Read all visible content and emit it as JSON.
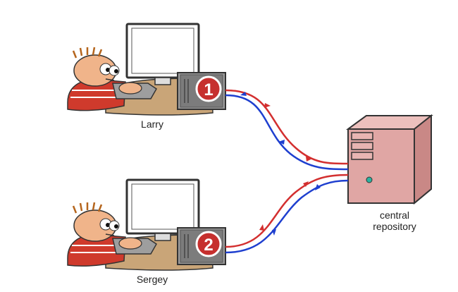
{
  "users": [
    {
      "name": "Larry",
      "number": "1"
    },
    {
      "name": "Sergey",
      "number": "2"
    }
  ],
  "repository": {
    "label_line1": "central",
    "label_line2": "repository"
  },
  "colors": {
    "outgoing_arrow": "#d32f2f",
    "incoming_arrow": "#1e3fcf",
    "server_body": "#e0a6a4",
    "badge_red": "#c6302e",
    "shirt_red": "#cf3a2c",
    "skin": "#f0b48a",
    "desk": "#c9a578",
    "status_light": "#2bb3a0"
  },
  "icons": {
    "workstation": "desktop-computer-icon",
    "server": "server-tower-icon",
    "user": "cartoon-user-icon"
  }
}
